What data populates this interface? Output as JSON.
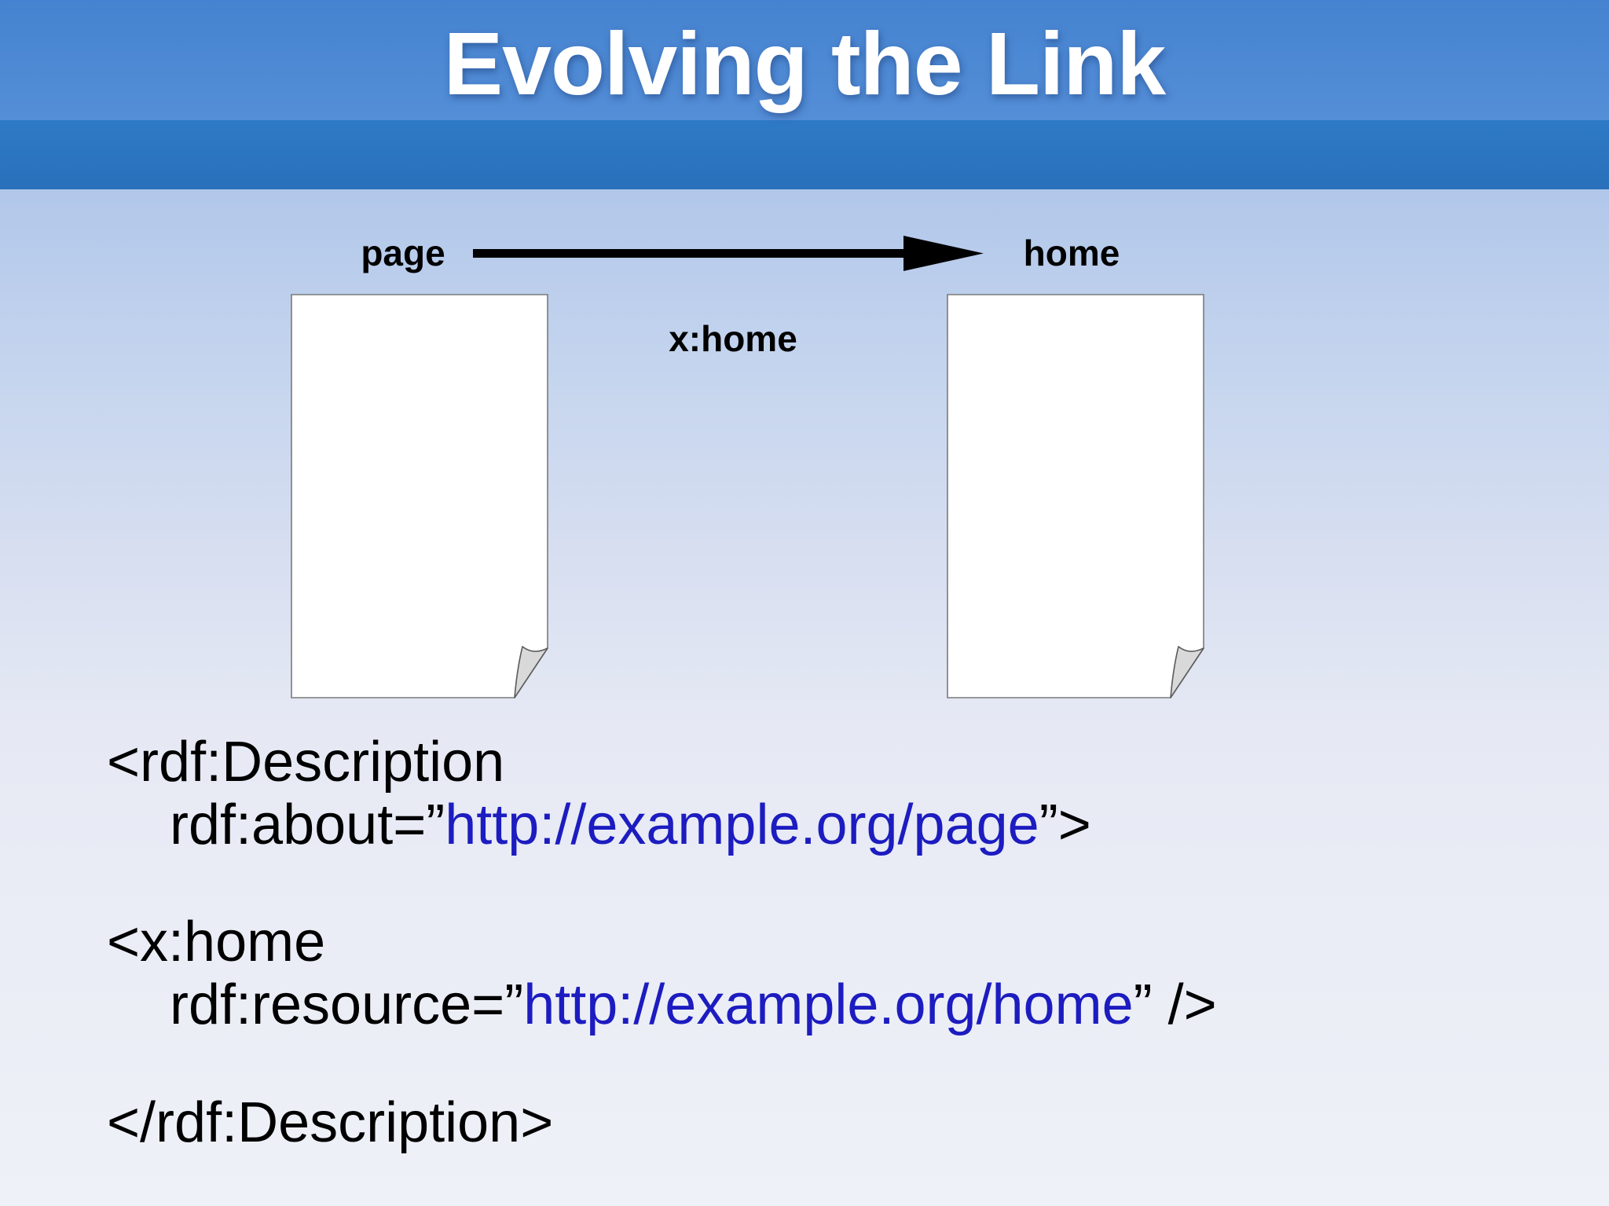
{
  "title": "Evolving the Link",
  "diagram": {
    "page_label": "page",
    "home_label": "home",
    "edge_label": "x:home"
  },
  "code": {
    "line1": "<rdf:Description",
    "line2": {
      "pre": "rdf:about=”",
      "url": "http://example.org/page",
      "post": "”>"
    },
    "line3": "<x:home",
    "line4": {
      "pre": "rdf:resource=”",
      "url": "http://example.org/home",
      "post": "” />"
    },
    "line5": "</rdf:Description>"
  },
  "colors": {
    "url_blue": "#1c1cc0",
    "header_blue_top": "#4583d0",
    "header_blue_bottom": "#548ed7",
    "accent_band_top": "#2e7ac6",
    "accent_band_bottom": "#2a70ba",
    "body_gradient_top": "#b1c7ea",
    "body_gradient_bottom": "#eff1f8",
    "document_fill": "#ffffff",
    "document_border": "#7a7a7a",
    "fold_fill": "#d9d9d9",
    "arrow_color": "#000000",
    "title_color": "#ffffff"
  }
}
